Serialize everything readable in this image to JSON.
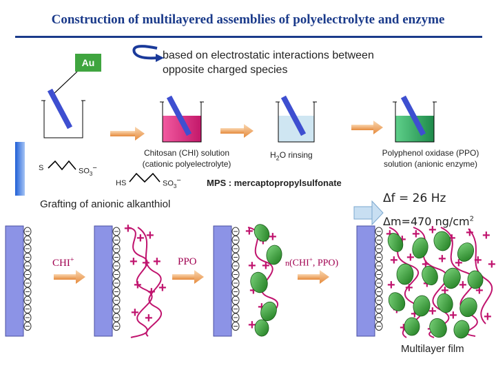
{
  "title": "Construction of multilayered assemblies of polyelectrolyte and enzyme",
  "legend": {
    "au_label": "Au",
    "interaction_line1": "based on electrostatic interactions between",
    "interaction_line2": "opposite charged species"
  },
  "steps": {
    "chitosan_line1": "Chitosan (CHI) solution",
    "chitosan_line2": "(cationic polyelectrolyte)",
    "rinse_text": "H",
    "rinse_sub": "2",
    "rinse_rest": "O rinsing",
    "ppo_line1": "Polyphenol oxidase (PPO)",
    "ppo_line2": "solution (anionic enzyme)"
  },
  "molecules": {
    "s_label": "S",
    "so3_label": "SO",
    "so3_sub": "3",
    "so3_charge": "−",
    "hs_label": "HS",
    "mps_label": "MPS : mercaptopropylsulfonate"
  },
  "grafting_label": "Grafting of anionic alkanthiol",
  "measurements": {
    "df": "Δf = 26 Hz",
    "dm": "Δm=470 ng/cm",
    "dm_sup": "2"
  },
  "bottom": {
    "chi_label": "CHI",
    "chi_sup": "+",
    "ppo_label": "PPO",
    "n_label": "n",
    "chi_ppo_label": "(CHI",
    "chi_ppo_sup": "+",
    "chi_ppo_end": ", PPO)",
    "multilayer_label": "Multilayer film"
  },
  "colors": {
    "title": "#1a3a8a",
    "electrode": "#8c93e6",
    "cation_plus": "#c0146e",
    "enzyme": "#2e9a2e",
    "arrow": "#f4a460"
  }
}
